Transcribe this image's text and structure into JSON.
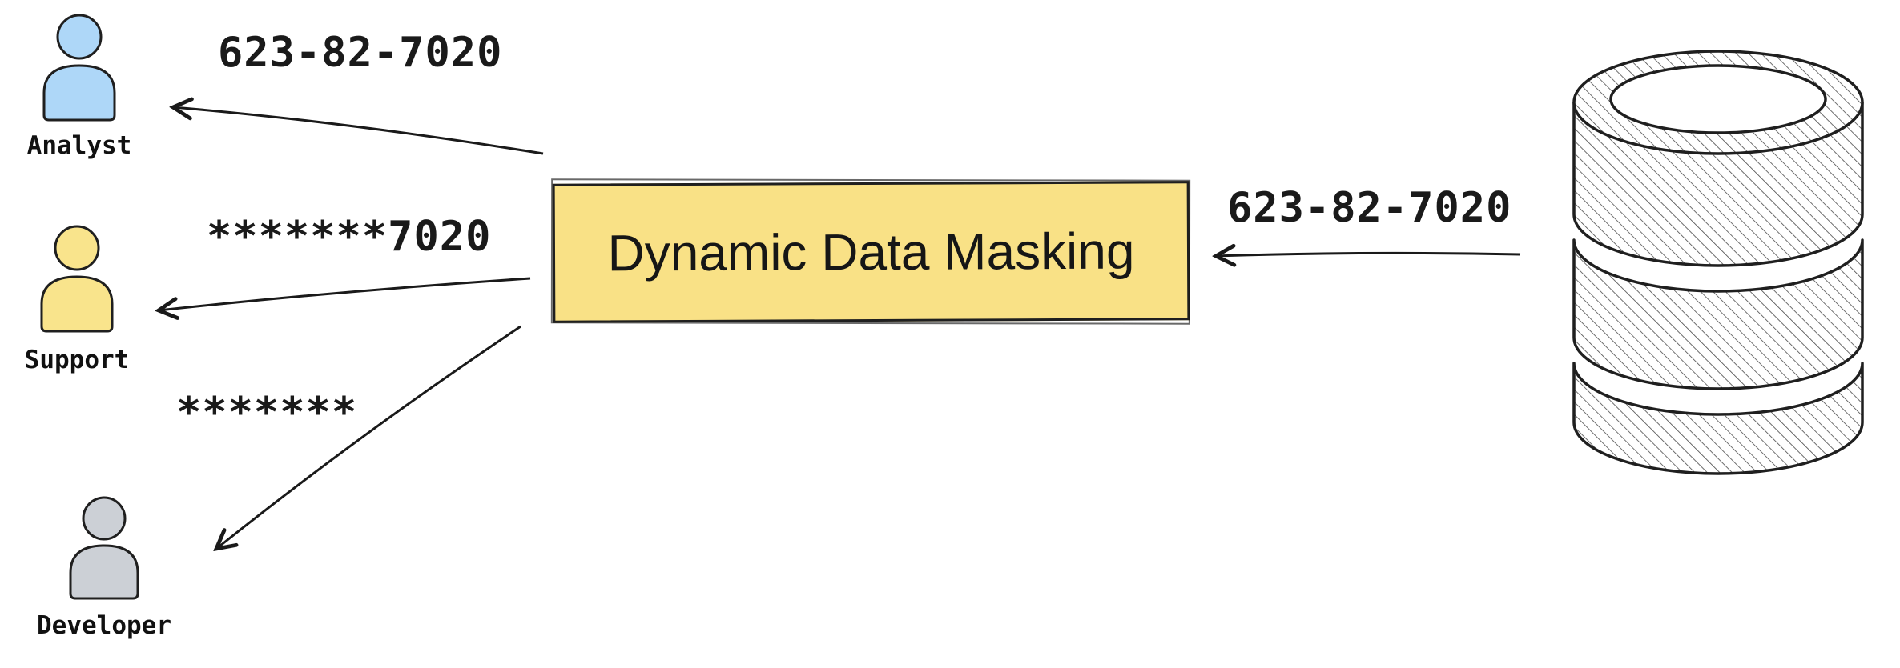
{
  "diagram": {
    "masking_box": {
      "label": "Dynamic Data Masking",
      "fill": "#f9e186",
      "border_color": "#1f1f1f"
    },
    "database": {
      "value": "623-82-7020"
    },
    "users": [
      {
        "name": "Analyst",
        "value": "623-82-7020",
        "color": "#aed7f8"
      },
      {
        "name": "Support",
        "value": "*******7020",
        "color": "#f9e48c"
      },
      {
        "name": "Developer",
        "value": "*******",
        "color": "#ccd0d6"
      }
    ],
    "ink_color": "#1a1a1a"
  }
}
